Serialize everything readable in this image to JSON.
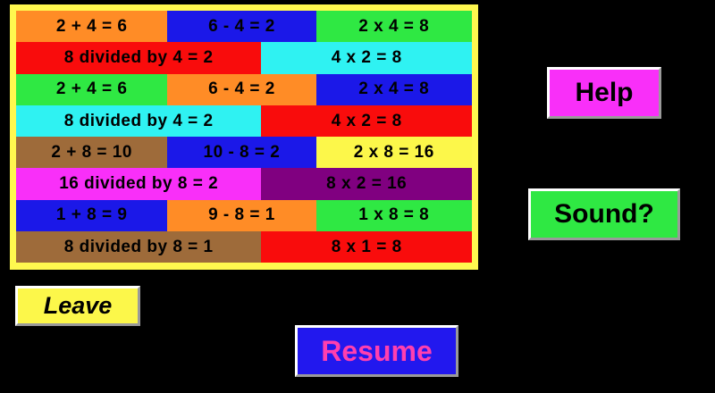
{
  "panel": {
    "name": "math-facts-grid",
    "border_color": "#FFF84F",
    "rows": [
      {
        "type": "three",
        "cells": [
          {
            "text": "2 + 4 = 6",
            "bg": "#FF8C26"
          },
          {
            "text": "6 - 4 = 2",
            "bg": "#1B18E8"
          },
          {
            "text": "2 x 4 = 8",
            "bg": "#2FE843"
          }
        ]
      },
      {
        "type": "two",
        "cells": [
          {
            "text": "8 divided by 4 = 2",
            "bg": "#F90C0C"
          },
          {
            "text": "4 x 2 = 8",
            "bg": "#2FF2F2"
          }
        ]
      },
      {
        "type": "three",
        "cells": [
          {
            "text": "2 + 4 = 6",
            "bg": "#2FE843"
          },
          {
            "text": "6 - 4 = 2",
            "bg": "#FF8C26"
          },
          {
            "text": "2 x 4 = 8",
            "bg": "#1B18E8"
          }
        ]
      },
      {
        "type": "two",
        "cells": [
          {
            "text": "8 divided by 4 = 2",
            "bg": "#2FF2F2"
          },
          {
            "text": "4 x 2 = 8",
            "bg": "#F90C0C"
          }
        ]
      },
      {
        "type": "three",
        "cells": [
          {
            "text": "2 + 8 = 10",
            "bg": "#9E6B3A"
          },
          {
            "text": "10 - 8 = 2",
            "bg": "#1B18E8"
          },
          {
            "text": "2 x 8 = 16",
            "bg": "#FCF74A"
          }
        ]
      },
      {
        "type": "two",
        "cells": [
          {
            "text": "16 divided by 8 = 2",
            "bg": "#F92FF9"
          },
          {
            "text": "8 x 2 = 16",
            "bg": "#800080"
          }
        ]
      },
      {
        "type": "three",
        "cells": [
          {
            "text": "1 + 8 = 9",
            "bg": "#1B18E8"
          },
          {
            "text": "9 - 8 = 1",
            "bg": "#FF8C26"
          },
          {
            "text": "1 x 8 = 8",
            "bg": "#2FE843"
          }
        ]
      },
      {
        "type": "two",
        "cells": [
          {
            "text": "8 divided by 8 = 1",
            "bg": "#9E6B3A"
          },
          {
            "text": "8 x 1 = 8",
            "bg": "#F90C0C"
          }
        ]
      }
    ]
  },
  "buttons": {
    "help": {
      "label": "Help",
      "bg": "#F92FF9",
      "fg": "#000000"
    },
    "sound": {
      "label": "Sound?",
      "bg": "#2FE843",
      "fg": "#000000"
    },
    "leave": {
      "label": "Leave",
      "bg": "#FCF74A",
      "fg": "#000000"
    },
    "resume": {
      "label": "Resume",
      "bg": "#2218EE",
      "fg": "#FF3FAF"
    }
  },
  "background_color": "#000000"
}
